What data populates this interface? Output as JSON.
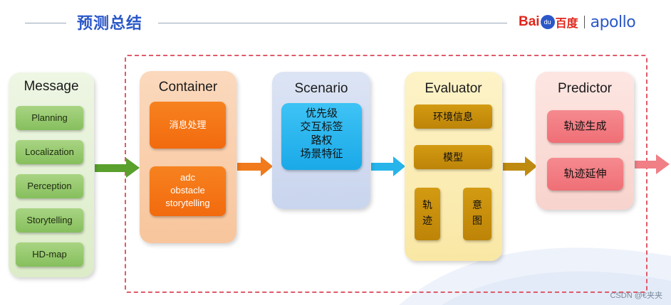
{
  "header": {
    "title": "预测总结"
  },
  "logo": {
    "brand_bai": "Bai",
    "brand_du": "du",
    "brand_cn": "百度",
    "product": "apollo"
  },
  "message": {
    "title": "Message",
    "items": [
      "Planning",
      "Localization",
      "Perception",
      "Storytelling",
      "HD-map"
    ]
  },
  "container": {
    "title": "Container",
    "box1": "消息处理",
    "box2_line1": "adc",
    "box2_line2": "obstacle",
    "box2_line3": "storytelling"
  },
  "scenario": {
    "title": "Scenario",
    "lines": [
      "优先级",
      "交互标签",
      "路权",
      "场景特征"
    ]
  },
  "evaluator": {
    "title": "Evaluator",
    "env": "环境信息",
    "model": "模型",
    "left_out_1": "轨",
    "left_out_2": "迹",
    "right_out_1": "意",
    "right_out_2": "图"
  },
  "predictor": {
    "title": "Predictor",
    "box1": "轨迹生成",
    "box2": "轨迹延伸"
  },
  "watermark": "CSDN @€夹夹",
  "colors": {
    "title_blue": "#2b58c8",
    "frame_red": "#e05a6a",
    "arrow_green": "#5aa02c",
    "arrow_orange": "#f07a1c",
    "arrow_cyan": "#26b4ea",
    "arrow_gold": "#bf8a10",
    "arrow_pink": "#f07f86"
  }
}
